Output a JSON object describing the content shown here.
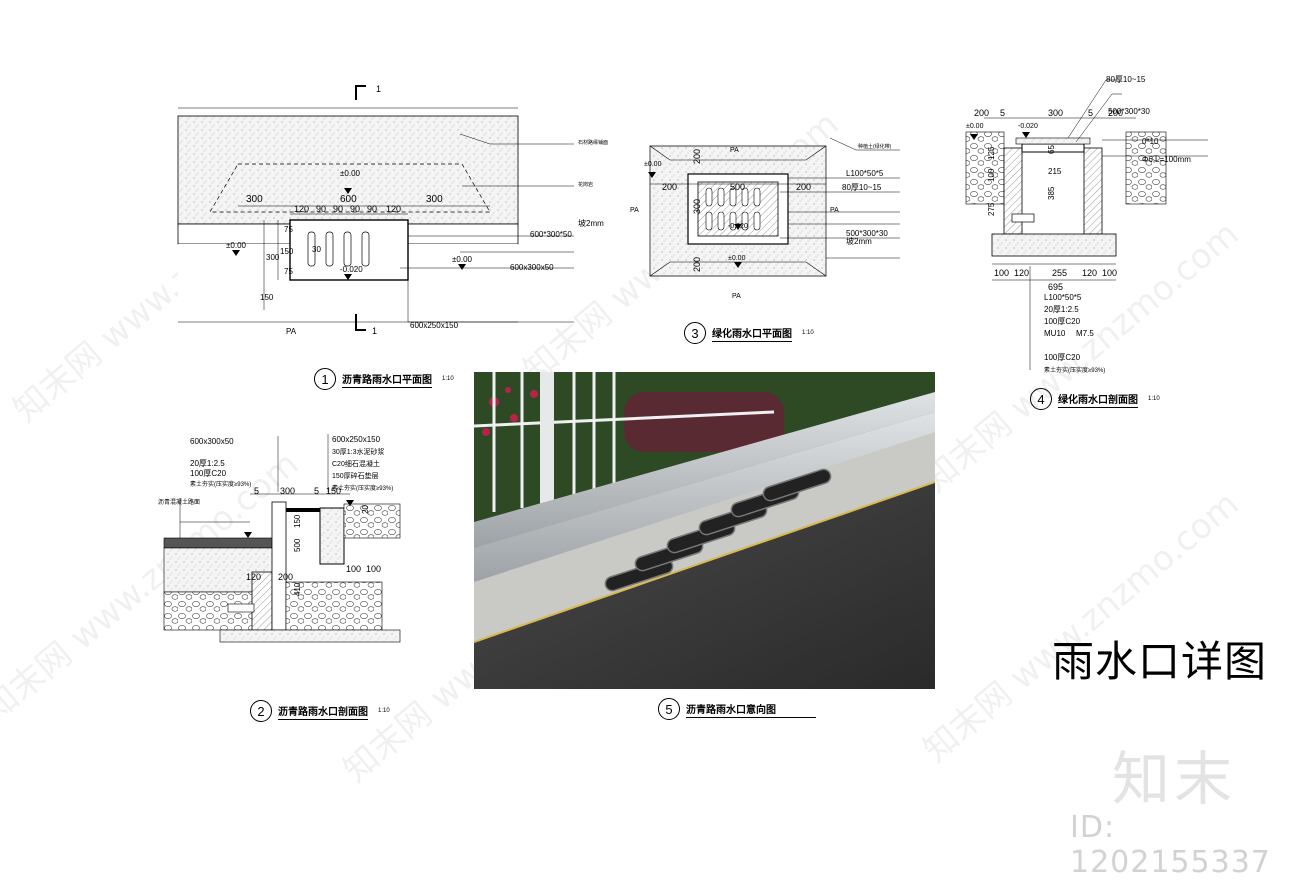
{
  "sheet_title": "雨水口详图",
  "brand_logo": "知末",
  "id_label": "ID: 1202155337",
  "watermark": "知末网 www.znzmo.com",
  "detail1": {
    "number": "1",
    "title": "沥青路雨水口平面图",
    "scale": "1:10",
    "section_mark": "1",
    "elev_top": "±0.00",
    "elev_left": "±0.00",
    "elev_right": "±0.00",
    "elev_bottom": "-0.020",
    "dim_600": "600",
    "dim_300_left": "300",
    "dim_300_right": "300",
    "grate_dims": [
      "120",
      "90",
      "90",
      "90",
      "90",
      "120"
    ],
    "dim_vert": [
      "75",
      "150",
      "75"
    ],
    "dim_300_vert": "300",
    "dim_150": "150",
    "dim_30": "30",
    "pa": "PA",
    "note_2mm": "坡2mm",
    "note_grate": "600*300*50",
    "note_frame": "600x300x50",
    "note_curb": "600x250x150",
    "callout_r1": "石材路缘铺面",
    "callout_r2": "花岗岩"
  },
  "detail2": {
    "number": "2",
    "title": "沥青路雨水口剖面图",
    "scale": "1:10",
    "left_notes": [
      "600x300x50",
      "20厚1:2.5",
      "100厚C20"
    ],
    "left_note_4": "素土夯实(压实度≥93%)",
    "right_notes": [
      "600x250x150",
      "30厚1:3水泥砂浆",
      "C20细石混凝土",
      "150厚碎石垫层"
    ],
    "right_note_5": "素土夯实(压实度≥93%)",
    "side_note": "沥青混凝土路面",
    "dims_top": [
      "5",
      "300",
      "5",
      "150"
    ],
    "dims_v": [
      "150",
      "500",
      "20",
      "410"
    ],
    "dims_bot": [
      "120",
      "200",
      "100",
      "100"
    ]
  },
  "detail3": {
    "number": "3",
    "title": "绿化雨水口平面图",
    "scale": "1:10",
    "pa": "PA",
    "elev_left": "±0.00",
    "elev_bottom": "±0.00",
    "elev_mid": "-0.020",
    "dim_200_top": "200",
    "dim_200_left": "200",
    "dim_200_right": "200",
    "dim_200_bot": "200",
    "dim_500": "500",
    "dim_300": "300",
    "notes": [
      "L100*50*5",
      "80厚10~15",
      "500*300*30",
      "坡2mm"
    ],
    "callout_top": "种植土(绿化带)"
  },
  "detail4": {
    "number": "4",
    "title": "绿化雨水口剖面图",
    "scale": "1:10",
    "elev_left": "±0.00",
    "elev_mid": "-0.020",
    "dims_top": [
      "200",
      "5",
      "300",
      "5",
      "200"
    ],
    "dims_left": [
      "125",
      "100",
      "275"
    ],
    "dims_inner": [
      "65",
      "215",
      "385"
    ],
    "dims_bottom": [
      "100",
      "120",
      "255",
      "120",
      "100"
    ],
    "dim_total": "695",
    "top_notes": [
      "80厚10~15",
      "500*300*30"
    ],
    "right_notes": [
      "0*10",
      "Φ6,L=100mm"
    ],
    "bottom_notes": [
      "L100*50*5",
      "20厚1:2.5",
      "100厚C20",
      "MU10",
      "M7.5",
      "100厚C20"
    ],
    "bottom_note_7": "素土夯实(压实度≥93%)"
  },
  "detail5": {
    "number": "5",
    "title": "沥青路雨水口意向图"
  },
  "colors": {
    "line": "#000000",
    "concrete": "#d9d9d9",
    "asphalt": "#3a3a3a",
    "curb": "#c5c9cc",
    "grass": "#3f6b2e"
  }
}
